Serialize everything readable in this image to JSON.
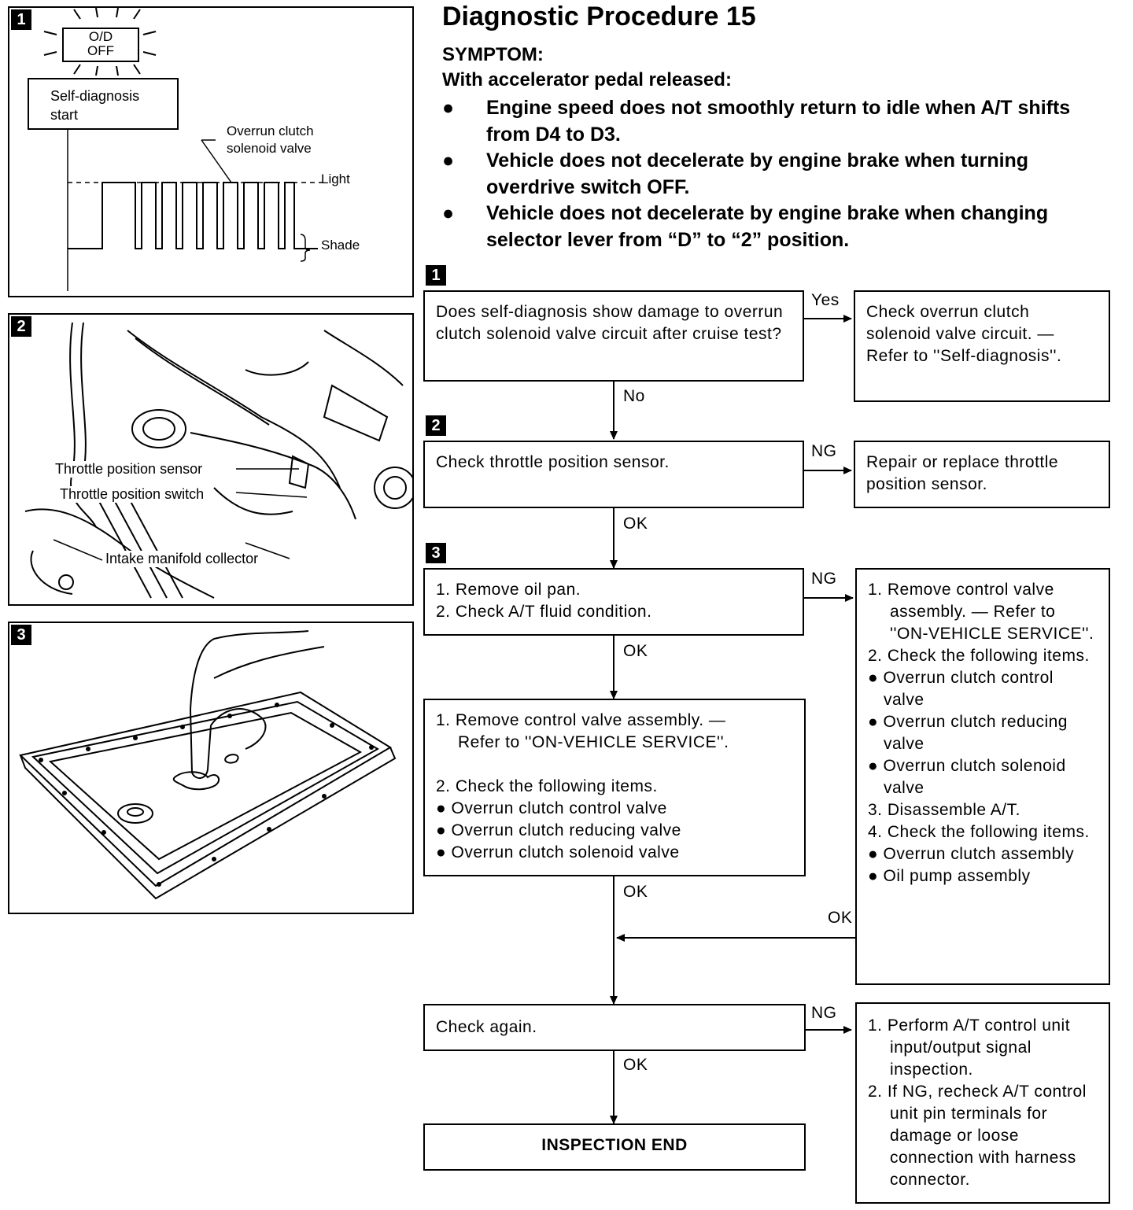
{
  "title": "Diagnostic Procedure 15",
  "symptom_heading": "SYMPTOM:",
  "condition": "With accelerator pedal released:",
  "symptoms": [
    "Engine speed does not smoothly return to idle when A/T shifts from D4 to D3.",
    "Vehicle does not decelerate by engine brake when turning overdrive switch OFF.",
    "Vehicle does not decelerate by engine brake when changing selector lever from “D” to “2” position."
  ],
  "figures": {
    "fig1": {
      "number": "1",
      "lamp": [
        "O/D",
        "OFF"
      ],
      "start_label": [
        "Self-diagnosis",
        "start"
      ],
      "valve_label": [
        "Overrun clutch",
        "solenoid valve"
      ],
      "light": "Light",
      "shade": "Shade"
    },
    "fig2": {
      "number": "2",
      "labels": [
        "Throttle position sensor",
        "Throttle position switch",
        "Intake manifold collector"
      ]
    },
    "fig3": {
      "number": "3"
    }
  },
  "steps": [
    {
      "number": "1",
      "question": "Does self-diagnosis show damage to overrun clutch solenoid valve circuit after cruise test?",
      "branch": "Yes",
      "next": "No",
      "action": "Check overrun clutch solenoid valve circuit. — Refer to ''Self-diagnosis''."
    },
    {
      "number": "2",
      "question": "Check throttle position sensor.",
      "branch": "NG",
      "next": "OK",
      "action": "Repair or replace throttle position sensor."
    },
    {
      "number": "3",
      "question": [
        "1. Remove oil pan.",
        "2. Check A/T fluid condition."
      ],
      "branch": "NG",
      "next": "OK"
    }
  ],
  "control_valve_box": {
    "lines": [
      "1. Remove control valve assembly. —",
      "Refer to ''ON-VEHICLE SERVICE''.",
      "2. Check the following items.",
      "Overrun clutch control valve",
      "Overrun clutch reducing valve",
      "Overrun clutch solenoid valve"
    ],
    "next": "OK"
  },
  "disassemble_box": {
    "items": [
      "1. Remove control valve assembly. — Refer to ''ON-VEHICLE SERVICE''.",
      "2. Check the following items.",
      "Overrun clutch control valve",
      "Overrun clutch reducing valve",
      "Overrun clutch solenoid valve",
      "3. Disassemble A/T.",
      "4. Check the following items.",
      "Overrun clutch assembly",
      "Oil pump assembly"
    ],
    "return_label": "OK"
  },
  "check_again": {
    "text": "Check again.",
    "branch": "NG",
    "next": "OK"
  },
  "ng_box": {
    "items": [
      "1. Perform A/T control unit input/output signal inspection.",
      "2. If NG, recheck A/T control unit pin terminals for damage or loose connection with harness connector."
    ]
  },
  "end": "INSPECTION END"
}
